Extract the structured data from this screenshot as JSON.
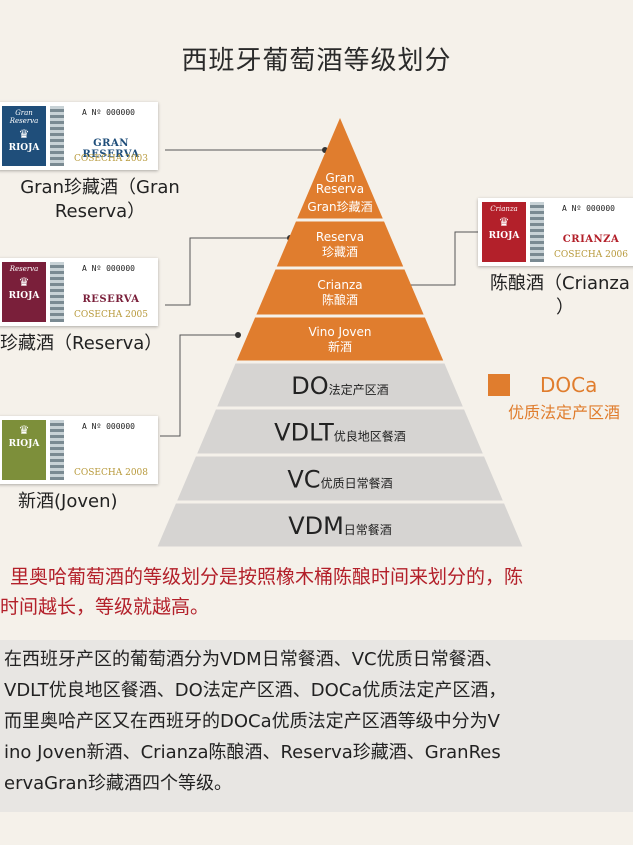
{
  "title": "西班牙葡萄酒等级划分",
  "pyramid": {
    "tiers": [
      {
        "line1": "Gran",
        "line2": "Reserva",
        "line3": "Gran珍藏酒",
        "color": "#e07d2e"
      },
      {
        "line1": "Reserva",
        "line2": "珍藏酒",
        "color": "#e07d2e"
      },
      {
        "line1": "Crianza",
        "line2": "陈酿酒",
        "color": "#e07d2e"
      },
      {
        "line1": "Vino Joven",
        "line2": "新酒",
        "color": "#e07d2e"
      },
      {
        "big": "DO",
        "small": "法定产区酒",
        "color": "#d6d4d2"
      },
      {
        "big": "VDLT",
        "small": "优良地区餐酒",
        "color": "#d6d4d2"
      },
      {
        "big": "VC",
        "small": "优质日常餐酒",
        "color": "#d6d4d2"
      },
      {
        "big": "VDM",
        "small": "日常餐酒",
        "color": "#d6d4d2"
      }
    ]
  },
  "labels": {
    "gran_reserva": {
      "caption1": "Gran珍藏酒（Gran",
      "caption2": "Reserva）",
      "no": "A Nº 000000",
      "category": "GRAN RESERVA",
      "cosecha": "COSECHA 2003",
      "top": "Gran Reserva",
      "brand": "RIOJA",
      "color": "#1f4e7a"
    },
    "reserva": {
      "caption": "珍藏酒（Reserva）",
      "no": "A Nº 000000",
      "category": "RESERVA",
      "cosecha": "COSECHA 2005",
      "top": "Reserva",
      "brand": "RIOJA",
      "color": "#7a1f3a"
    },
    "crianza": {
      "caption1": "陈酿酒（Crianza",
      "caption2": "）",
      "no": "A Nº 000000",
      "category": "CRIANZA",
      "cosecha": "COSECHA 2006",
      "top": "Crianza",
      "brand": "RIOJA",
      "color": "#b3202a"
    },
    "joven": {
      "caption": "新酒(Joven)",
      "no": "A Nº 000000",
      "cosecha": "COSECHA 2008",
      "brand": "RIOJA",
      "color": "#7d8f3a"
    }
  },
  "legend": {
    "name": "DOCa",
    "sub": "优质法定产区酒",
    "color": "#e07d2e"
  },
  "red_text": {
    "line1": "里奥哈葡萄酒的等级划分是按照橡木桶陈酿时间来划分的，陈",
    "line2": "时间越长，等级就越高。"
  },
  "body_text": {
    "line1": "在西班牙产区的葡萄酒分为VDM日常餐酒、VC优质日常餐酒、",
    "line2": "VDLT优良地区餐酒、DO法定产区酒、DOCa优质法定产区酒，",
    "line3": "而里奥哈产区又在西班牙的DOCa优质法定产区酒等级中分为V",
    "line4": "ino Joven新酒、Crianza陈酿酒、Reserva珍藏酒、GranRes",
    "line5": "ervaGran珍藏酒四个等级。"
  }
}
